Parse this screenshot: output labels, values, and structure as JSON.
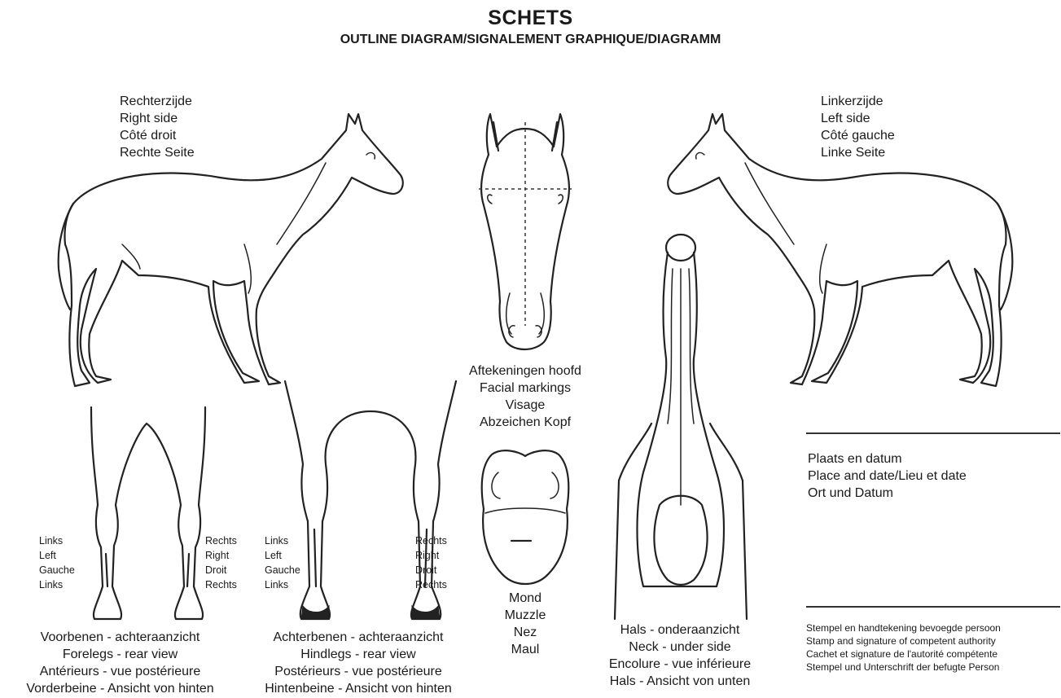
{
  "header": {
    "title": "SCHETS",
    "subtitle": "OUTLINE DIAGRAM/SIGNALEMENT GRAPHIQUE/DIAGRAMM"
  },
  "right_side": [
    "Rechterzijde",
    "Right side",
    "Côté droit",
    "Rechte Seite"
  ],
  "left_side": [
    "Linkerzijde",
    "Left side",
    "Côté gauche",
    "Linke Seite"
  ],
  "facial": [
    "Aftekeningen hoofd",
    "Facial markings",
    "Visage",
    "Abzeichen Kopf"
  ],
  "muzzle": [
    "Mond",
    "Muzzle",
    "Nez",
    "Maul"
  ],
  "forelegs_left": [
    "Links",
    "Left",
    "Gauche",
    "Links"
  ],
  "forelegs_right": [
    "Rechts",
    "Right",
    "Droit",
    "Rechts"
  ],
  "hindlegs_left": [
    "Links",
    "Left",
    "Gauche",
    "Links"
  ],
  "hindlegs_right": [
    "Rechts",
    "Right",
    "Droit",
    "Rechts"
  ],
  "forelegs_caption": [
    "Voorbenen - achteraanzicht",
    "Forelegs - rear view",
    "Antérieurs - vue postérieure",
    "Vorderbeine - Ansicht von hinten"
  ],
  "hindlegs_caption": [
    "Achterbenen - achteraanzicht",
    "Hindlegs - rear view",
    "Postérieurs - vue postérieure",
    "Hintenbeine - Ansicht von hinten"
  ],
  "neck_caption": [
    "Hals - onderaanzicht",
    "Neck - under side",
    "Encolure - vue inférieure",
    "Hals - Ansicht von unten"
  ],
  "place_date": [
    "Plaats en datum",
    "Place and date/Lieu et date",
    "Ort und Datum"
  ],
  "stamp": [
    "Stempel en handtekening bevoegde persoon",
    "Stamp and signature of competent authority",
    "Cachet et signature de l'autorité compétente",
    "Stempel und Unterschrift der befugte Person"
  ]
}
